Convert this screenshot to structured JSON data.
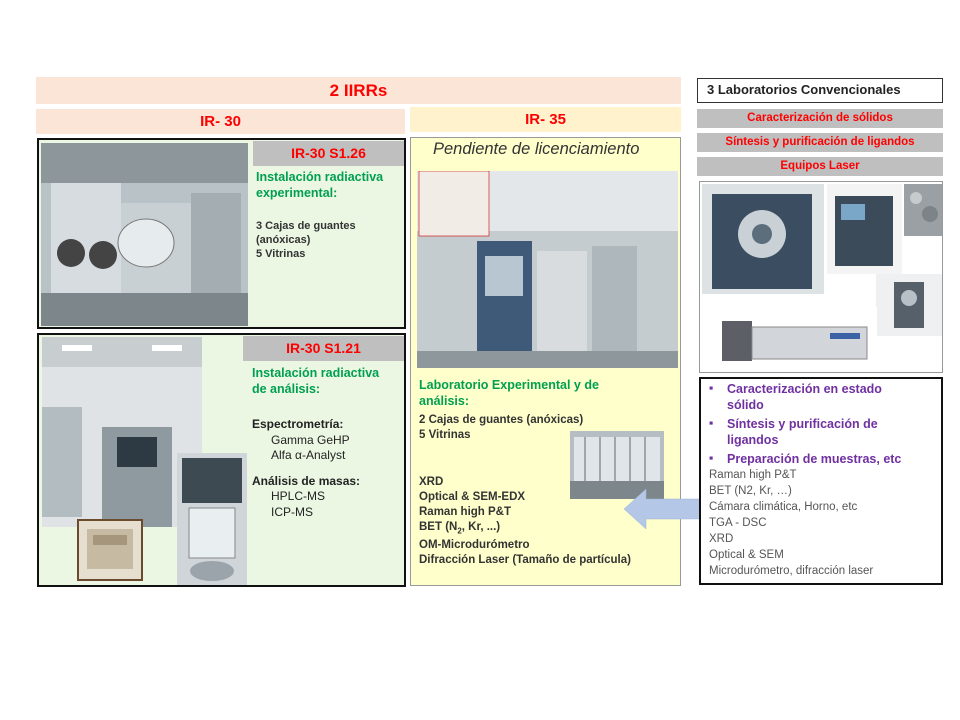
{
  "title": "2 IIRRs",
  "ir30_header": "IR- 30",
  "ir35_header": "IR- 35",
  "conv_header": "3 Laboratorios Convencionales",
  "conv_bars": [
    "Caracterización de sólidos",
    "Síntesis y purificación de ligandos",
    "Equipos  Laser"
  ],
  "s126": {
    "tag": "IR-30 S1.26",
    "title_line1": "Instalación radiactiva",
    "title_line2": "experimental:",
    "lines": [
      "3 Cajas de guantes",
      "(anóxicas)",
      "5 Vitrinas"
    ]
  },
  "s121": {
    "tag": "IR-30 S1.21",
    "title_line1": "Instalación radiactiva",
    "title_line2": "de análisis:",
    "spec_title": "Espectrometría:",
    "spec_items": [
      "Gamma GeHP",
      "Alfa α-Analyst"
    ],
    "mass_title": "Análisis de masas:",
    "mass_items": [
      "HPLC-MS",
      "ICP-MS"
    ]
  },
  "ir35": {
    "pending": "Pendiente de licenciamiento",
    "title_line1": "Laboratorio Experimental y  de",
    "title_line2": "análisis:",
    "lines_top": [
      "2 Cajas de guantes (anóxicas)",
      "5 Vitrinas"
    ],
    "equip": [
      "XRD",
      "Optical & SEM-EDX",
      "Raman high P&T"
    ],
    "bet_prefix": "BET (N",
    "bet_sub": "2",
    "bet_suffix": ", Kr, ...)",
    "equip2": [
      "OM-Microdurómetro",
      "Difracción Laser (Tamaño de partícula)"
    ]
  },
  "conv_list": {
    "bullets": [
      [
        "Caracterización en estado",
        "sólido"
      ],
      [
        "Síntesis y purificación de",
        "ligandos"
      ],
      [
        "Preparación de muestras, etc"
      ]
    ],
    "items": [
      "Raman high P&T",
      "BET (N2, Kr, …)",
      "Cámara climática, Horno, etc",
      "TGA - DSC",
      "XRD",
      "Optical & SEM",
      "Microdurómetro, difracción laser"
    ]
  },
  "colors": {
    "red": "#ff0000",
    "green": "#00a050",
    "purple": "#7030a0",
    "peach": "#fbe5d6",
    "yellow": "#ffffcc",
    "gray_bar": "#bfbfbf",
    "arrow": "#b4c7e7"
  }
}
